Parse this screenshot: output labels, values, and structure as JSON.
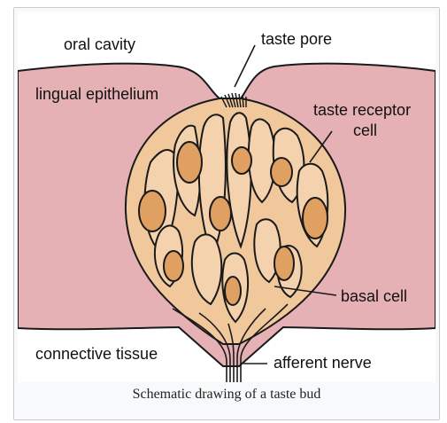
{
  "labels": {
    "oral_cavity": "oral cavity",
    "taste_pore": "taste pore",
    "lingual_epithelium": "lingual epithelium",
    "taste_receptor_cell_1": "taste receptor",
    "taste_receptor_cell_2": "cell",
    "basal_cell": "basal cell",
    "connective_tissue": "connective tissue",
    "afferent_nerve": "afferent nerve"
  },
  "caption": "Schematic drawing of a taste bud",
  "colors": {
    "epithelium": "#e6b1b4",
    "bud": "#f0c89c",
    "cell_fill": "#f3d2ad",
    "nucleus": "#e0a062",
    "outline": "#1a1a1a"
  }
}
